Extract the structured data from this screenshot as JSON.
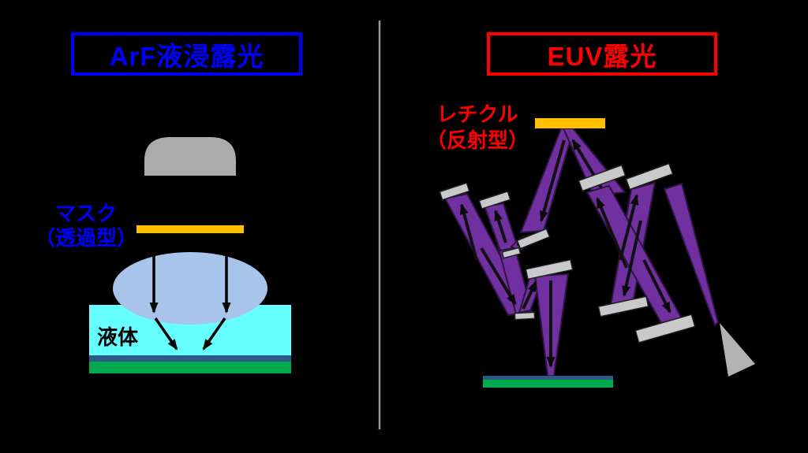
{
  "background": "#000000",
  "divider_color": "#999999",
  "left_panel": {
    "title": "ArF液浸露光",
    "mask_label_line1": "マスク",
    "mask_label_line2": "（透過型）",
    "liquid_label": "液体",
    "colors": {
      "accent": "#0000FF",
      "mask_bar": "#FFC000",
      "lens_dome": "#ABABAB",
      "immersion_lens": "#A9C4EB",
      "liquid": "#66FFFF",
      "resist_layer": "#2B5B86",
      "wafer": "#00AB50",
      "ray": "#000000"
    }
  },
  "right_panel": {
    "title": "EUV露光",
    "reticle_label_line1": "レチクル",
    "reticle_label_line2": "（反射型）",
    "colors": {
      "accent": "#FF0000",
      "reticle_bar": "#FFC000",
      "beam": "#7030A0",
      "mirror": "#C9C9CC",
      "source_cone": "#B3B3B3",
      "resist_layer": "#2B5B86",
      "wafer": "#00AB50",
      "ray": "#111111"
    }
  }
}
